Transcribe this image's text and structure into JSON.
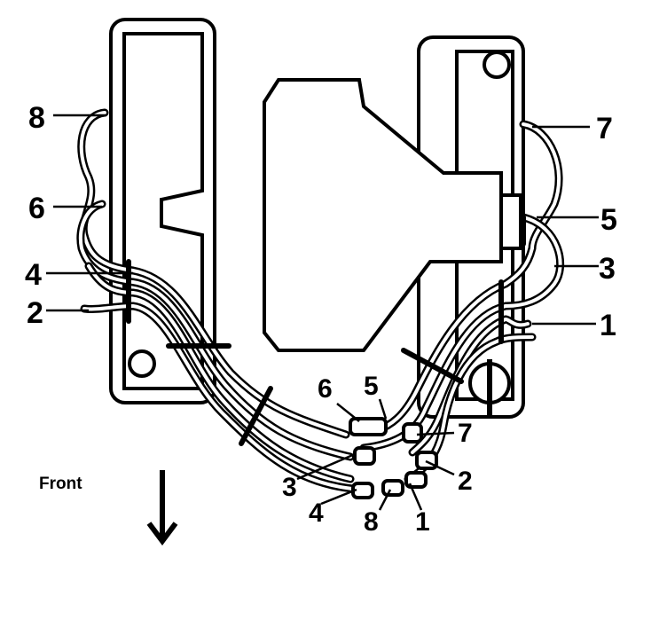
{
  "title": "",
  "front_label": "Front",
  "callouts": {
    "left_8": "8",
    "left_6": "6",
    "left_4": "4",
    "left_2": "2",
    "right_7": "7",
    "right_5": "5",
    "right_3": "3",
    "right_1": "1",
    "coil_6": "6",
    "coil_5": "5",
    "coil_7": "7",
    "coil_3": "3",
    "coil_2": "2",
    "coil_4": "4",
    "coil_8": "8",
    "coil_1": "1"
  },
  "icons": {
    "direction": "arrow-down-icon"
  }
}
